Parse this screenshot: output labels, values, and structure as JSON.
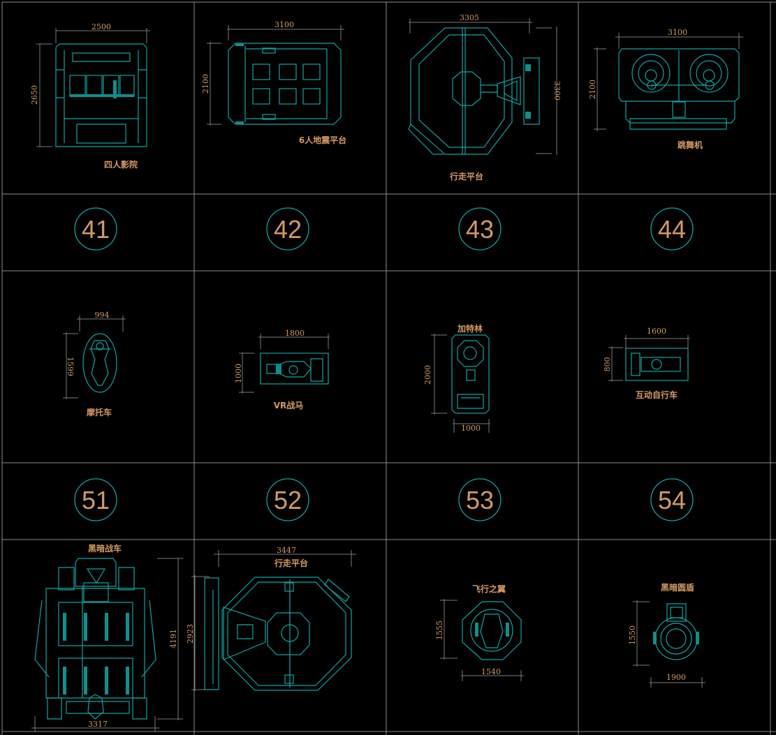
{
  "cells": {
    "c1": {
      "label": "四人影院",
      "width": "2500",
      "height": "2650"
    },
    "c2": {
      "label": "6人地震平台",
      "width": "3100",
      "height": "2100"
    },
    "c3": {
      "label": "行走平台",
      "width": "3305",
      "height": "3300"
    },
    "c4": {
      "label": "跳舞机",
      "width": "3100",
      "height": "2100"
    },
    "c5": {
      "label": "摩托车",
      "width": "994",
      "height": "1599"
    },
    "c6": {
      "label": "VR战马",
      "width": "1800",
      "height": "1000"
    },
    "c7": {
      "label": "加特林",
      "width": "1000",
      "height": "2000"
    },
    "c8": {
      "label": "互动自行车",
      "width": "1600",
      "height": "800"
    },
    "c9": {
      "label": "黑暗战车",
      "width": "3317",
      "height": "4191"
    },
    "c10": {
      "label": "行走平台",
      "width": "3447",
      "height": "2923"
    },
    "c11": {
      "label": "飞行之翼",
      "width": "1540",
      "height": "1555"
    },
    "c12": {
      "label": "黑暗圆盾",
      "width": "1900",
      "height": "1550"
    }
  },
  "numbers": [
    "41",
    "42",
    "43",
    "44",
    "51",
    "52",
    "53",
    "54"
  ],
  "colors": {
    "equipment": "#12a3a3",
    "text": "#d49a63",
    "grid": "#8c8c8c",
    "background": "#000000"
  }
}
